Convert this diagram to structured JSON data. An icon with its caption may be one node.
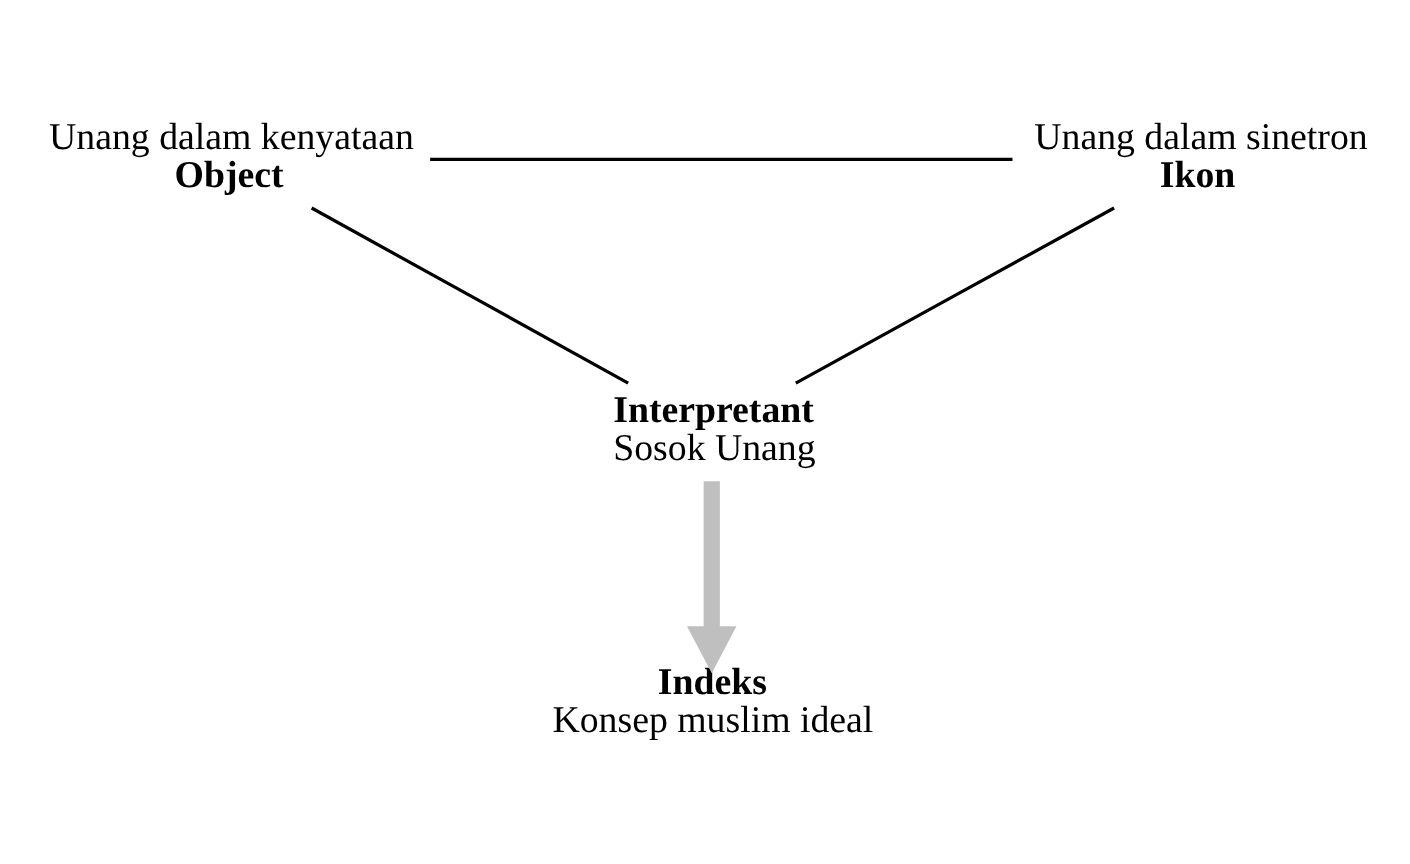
{
  "diagram": {
    "nodes": [
      {
        "text": [
          "Unang dalam kenyataan",
          "Object"
        ]
      },
      {
        "text": [
          "Unang dalam sinetron",
          "Ikon"
        ]
      },
      {
        "text": [
          "Interpretant",
          "Sosok Unang"
        ]
      },
      {
        "text": [
          "Indeks",
          "Konsep muslim ideal"
        ]
      }
    ],
    "edges": [
      {
        "from": 0,
        "to": 1,
        "arrow": "none"
      },
      {
        "from": 0,
        "to": 2,
        "arrow": "none"
      },
      {
        "from": 1,
        "to": 2,
        "arrow": "none"
      },
      {
        "from": 2,
        "to": 3,
        "arrow": "to",
        "style": "thick",
        "color": "#bfbfbf"
      }
    ]
  }
}
